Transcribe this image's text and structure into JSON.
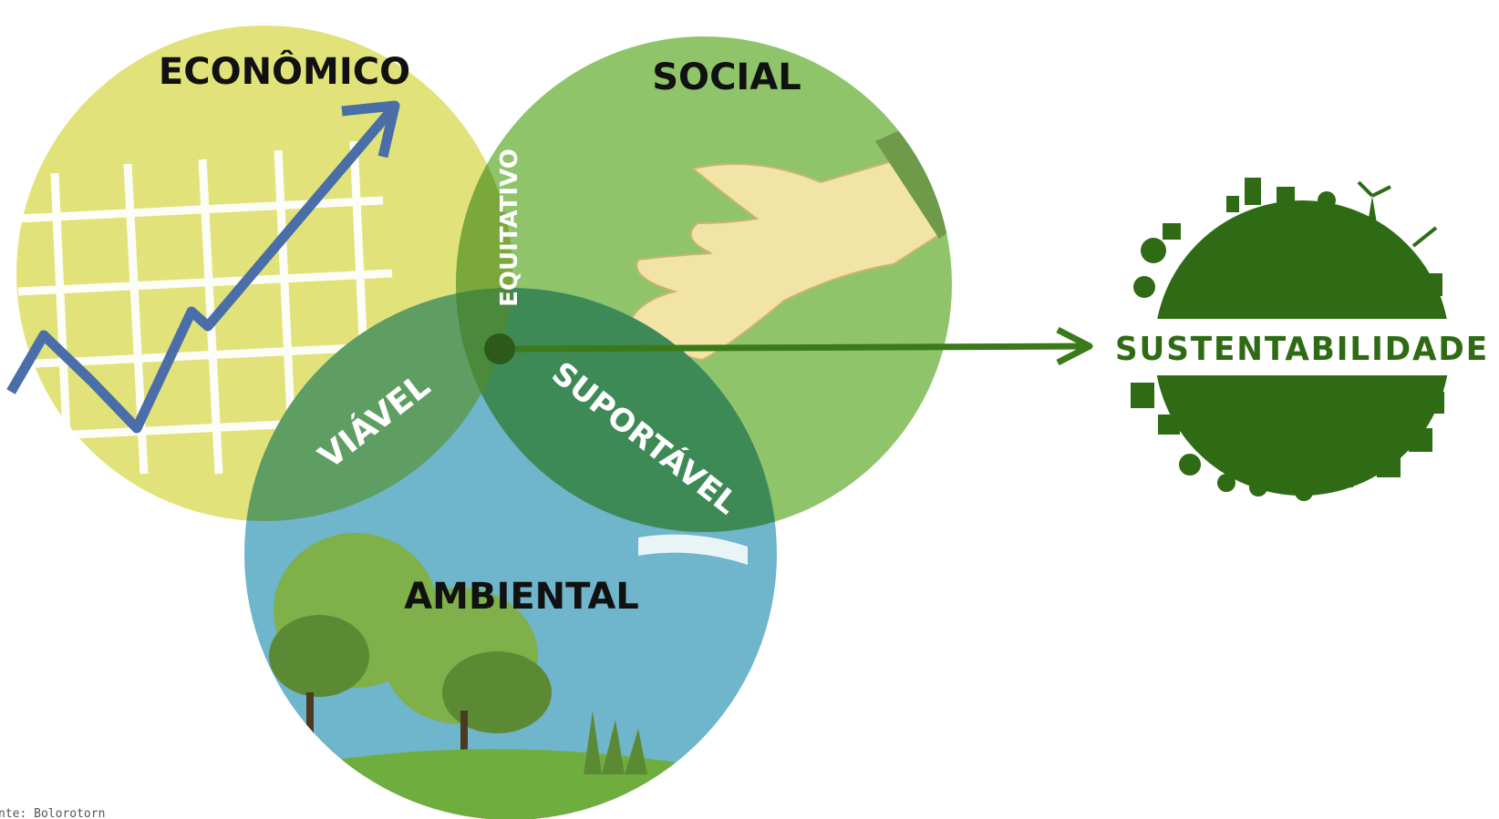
{
  "diagram": {
    "circles": {
      "economic": "ECONÔMICO",
      "social": "SOCIAL",
      "environmental": "AMBIENTAL"
    },
    "intersections": {
      "economic_social": "EQUITATIVO",
      "economic_environmental": "VIÁVEL",
      "social_environmental": "SUPORTÁVEL"
    },
    "result": "SUSTENTABILIDADE",
    "source_note": "nte: Bolorotorn",
    "colors": {
      "economic": "#e2e27a",
      "social": "#8fc46b",
      "environmental": "#6fb5cb",
      "overlap_equitable": "#7aa83a",
      "overlap_viable": "#5f9e63",
      "overlap_bearable": "#3e8a57",
      "center": "#2d5a1b",
      "arrow": "#3a7a1a",
      "globe": "#2e6b14",
      "graph_line": "#4a6ea8"
    }
  }
}
